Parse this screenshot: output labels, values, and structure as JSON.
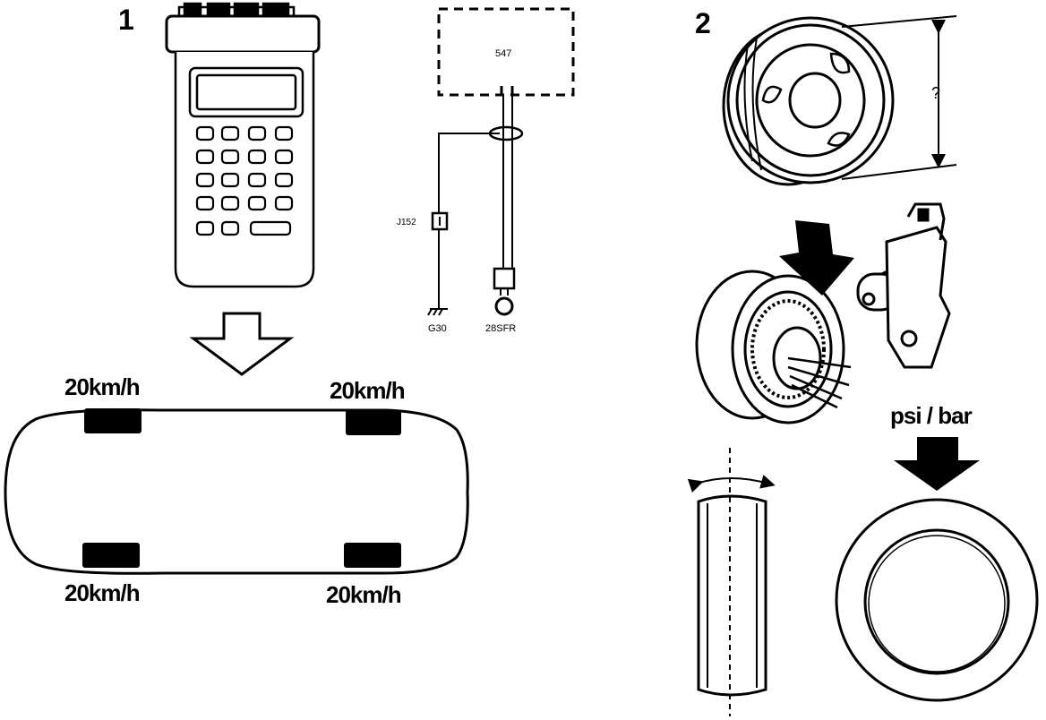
{
  "panels": [
    {
      "number": "1"
    },
    {
      "number": "2"
    }
  ],
  "diagnostic": {
    "module_label": "547",
    "sensor_label": "J152",
    "ground_label": "G30",
    "connector_label": "28SFR"
  },
  "vehicle": {
    "speed_front_left": "20km/h",
    "speed_front_right": "20km/h",
    "speed_rear_left": "20km/h",
    "speed_rear_right": "20km/h"
  },
  "wheel": {
    "diameter_label": "?",
    "pressure_label": "psi / bar"
  },
  "colors": {
    "ink": "#000000",
    "paper": "#ffffff"
  }
}
